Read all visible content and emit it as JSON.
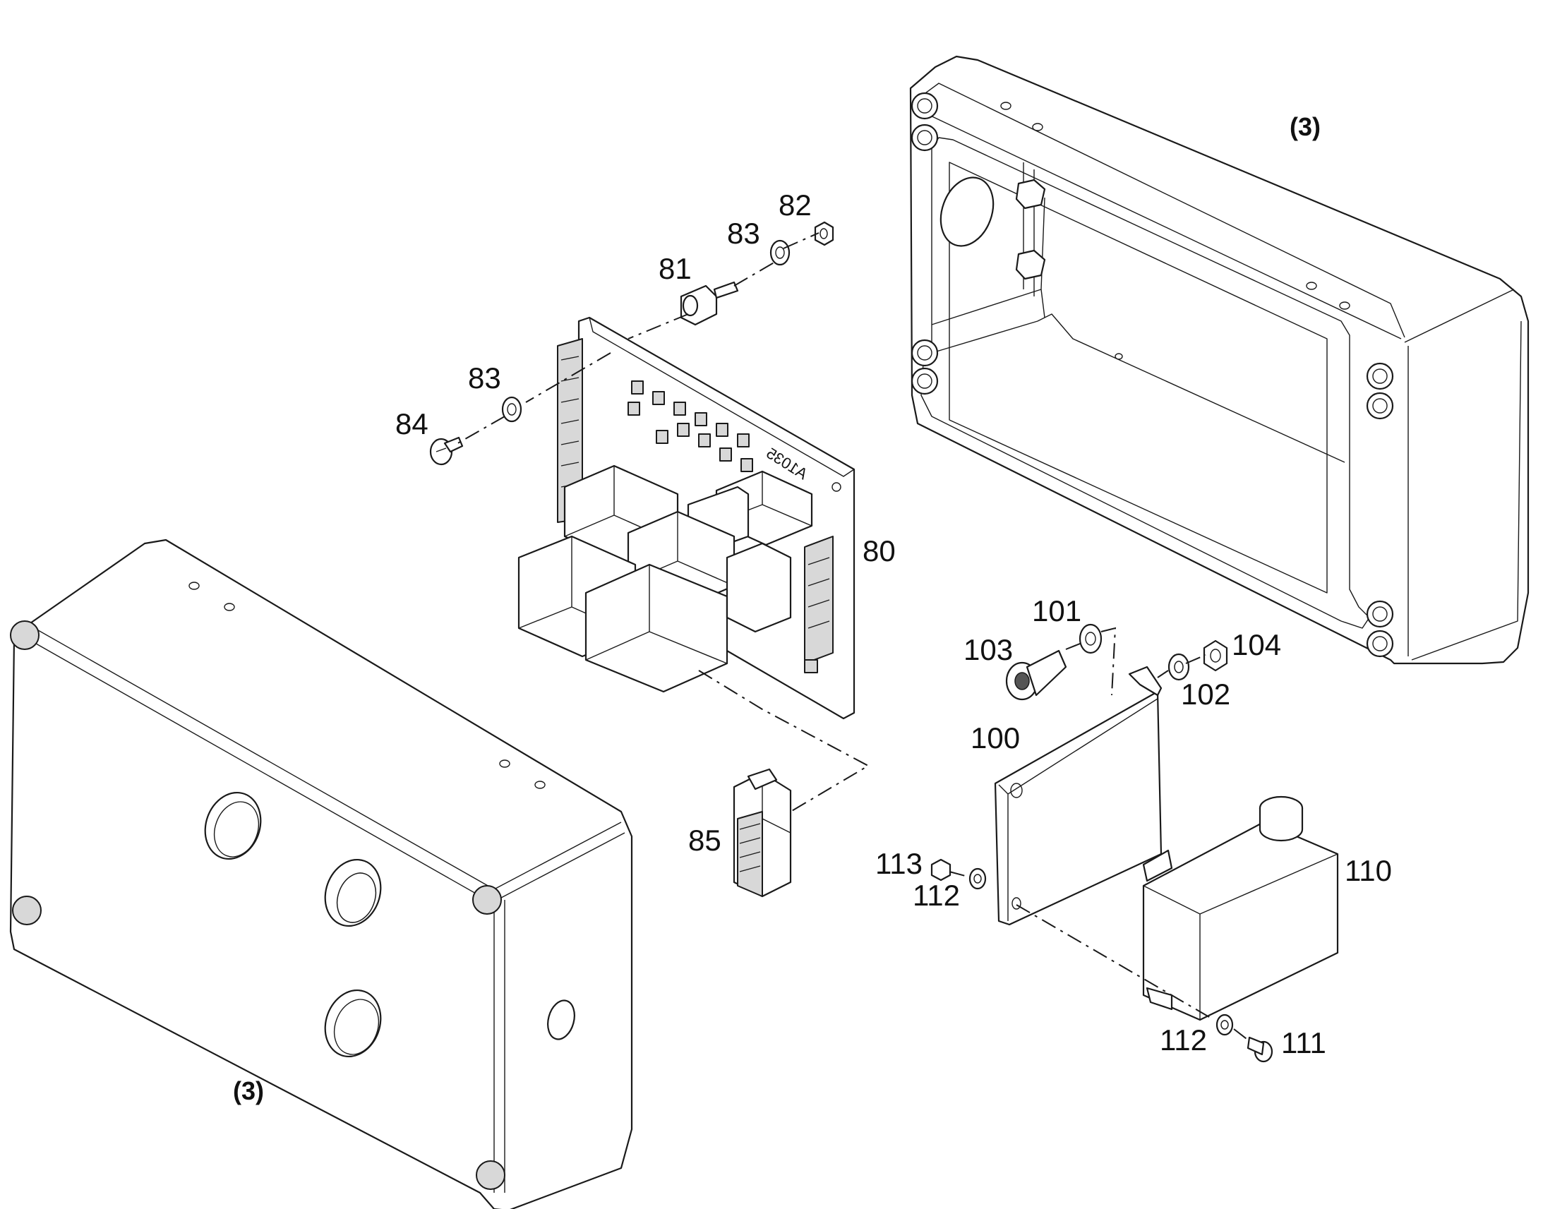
{
  "labels": {
    "lid_ref": "(3)",
    "base_ref": "(3)",
    "pcb": "80",
    "standoff": "81",
    "nut_top": "82",
    "washer_top": "83",
    "washer_left": "83",
    "screw_left": "84",
    "terminal_block": "85",
    "bracket": "100",
    "washer_101": "101",
    "washer_102": "102",
    "cap_screw": "103",
    "nut_104": "104",
    "component_110": "110",
    "screw_111": "111",
    "washer_112_upper": "112",
    "washer_112_lower": "112",
    "nut_113": "113"
  },
  "pcb_marking": "A1035"
}
